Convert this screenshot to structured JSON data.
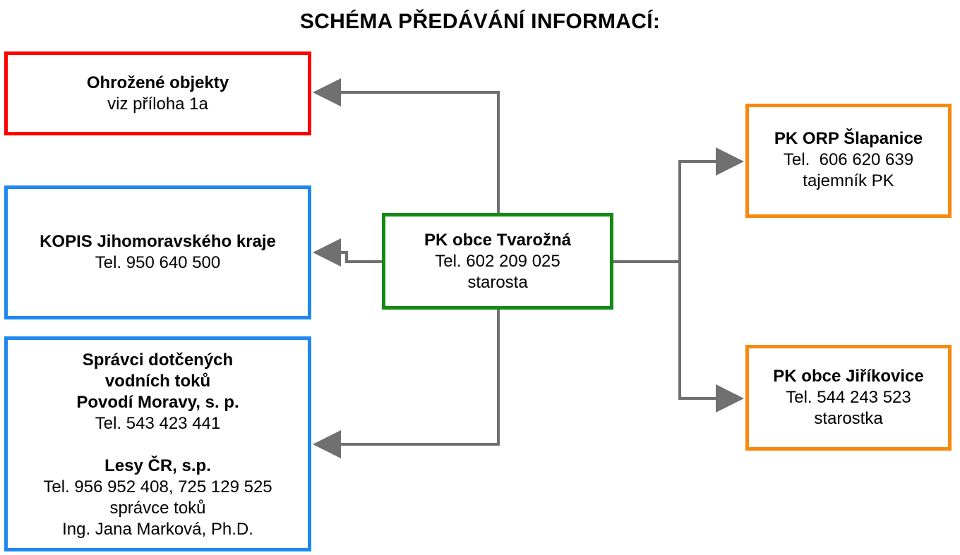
{
  "title": "SCHÉMA PŘEDÁVÁNÍ INFORMACÍ:",
  "colors": {
    "threatened_border": "#ff0000",
    "authority_border": "#1e88f0",
    "center_border": "#138a13",
    "external_border": "#f78a0e",
    "connector": "#707070"
  },
  "center": {
    "name": "PK obce Tvarožná",
    "phone": "Tel. 602 209 025",
    "role": "starosta"
  },
  "threatened": {
    "name": "Ohrožené objekty",
    "note": "viz příloha 1a"
  },
  "kopis": {
    "name": "KOPIS Jihomoravského kraje",
    "phone": "Tel. 950 640 500"
  },
  "admins": {
    "name_line1": "Správci dotčených",
    "name_line2": "vodních toků",
    "org1": "Povodí Moravy, s. p.",
    "org1_phone": "Tel. 543 423 441",
    "org2": "Lesy ČR, s.p.",
    "org2_phone": "Tel. 956 952 408, 725 129 525",
    "org2_role": "správce toků",
    "org2_person": "Ing. Jana Marková, Ph.D."
  },
  "orp": {
    "name": "PK ORP Šlapanice",
    "phone": "Tel.  606 620 639",
    "role": "tajemník PK"
  },
  "jirikovice": {
    "name": "PK obce Jiříkovice",
    "phone": "Tel. 544 243 523",
    "role": "starostka"
  }
}
